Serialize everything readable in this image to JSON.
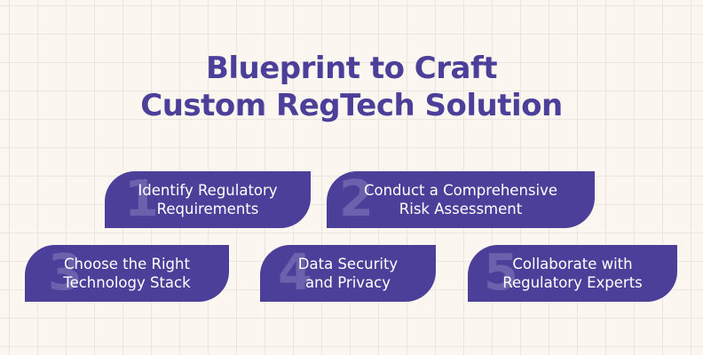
{
  "title": {
    "line1": "Blueprint to Craft",
    "line2": "Custom RegTech Solution"
  },
  "steps": [
    {
      "number": "1",
      "line1": "Identify Regulatory",
      "line2": "Requirements"
    },
    {
      "number": "2",
      "line1": "Conduct a Comprehensive",
      "line2": "Risk Assessment"
    },
    {
      "number": "3",
      "line1": "Choose the Right",
      "line2": "Technology Stack"
    },
    {
      "number": "4",
      "line1": "Data Security",
      "line2": "and Privacy"
    },
    {
      "number": "5",
      "line1": "Collaborate with",
      "line2": "Regulatory Experts"
    }
  ],
  "colors": {
    "accent": "#4b3f9a",
    "background": "#fbf7f0"
  }
}
